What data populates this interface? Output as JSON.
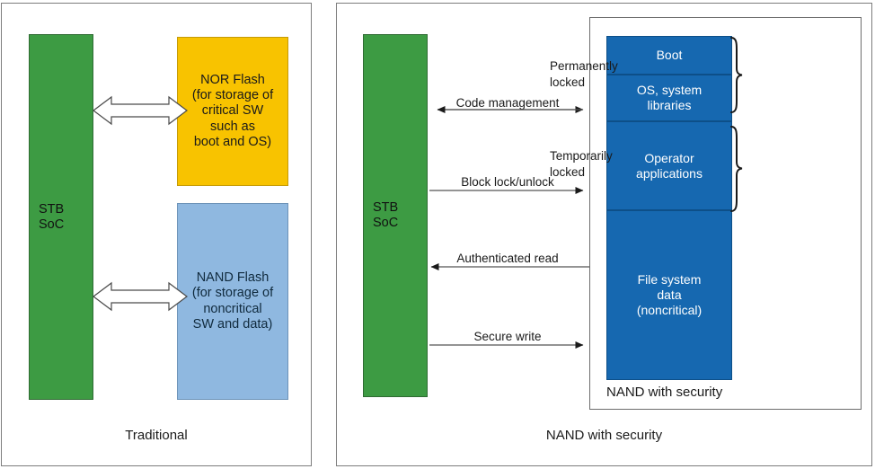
{
  "diagram": {
    "left_panel": {
      "caption": "Traditional",
      "soc_label": "STB\nSoC",
      "nor_block": "NOR Flash\n(for storage of\ncritical SW\nsuch as\nboot and OS)",
      "nand_block": "NAND Flash\n(for storage of\nnoncritical\nSW and data)",
      "arrows": [
        {
          "name": "soc-nor-arrow",
          "label": "",
          "direction": "bidirectional"
        },
        {
          "name": "soc-nand-arrow",
          "label": "",
          "direction": "bidirectional"
        }
      ]
    },
    "right_panel": {
      "caption": "NAND with security",
      "soc_label": "STB\nSoC",
      "container_label": "NAND with security",
      "segments": [
        {
          "name": "boot",
          "label": "Boot"
        },
        {
          "name": "os-system-libraries",
          "label": "OS, system\nlibraries"
        },
        {
          "name": "operator-applications",
          "label": "Operator\napplications"
        },
        {
          "name": "file-system-data",
          "label": "File system\ndata\n(noncritical)"
        }
      ],
      "arrows": [
        {
          "name": "code-management",
          "label": "Code management",
          "direction": "bidirectional"
        },
        {
          "name": "block-lock-unlock",
          "label": "Block lock/unlock",
          "direction": "right"
        },
        {
          "name": "authenticated-read",
          "label": "Authenticated read",
          "direction": "left"
        },
        {
          "name": "secure-write",
          "label": "Secure write",
          "direction": "right"
        }
      ],
      "braces": [
        {
          "name": "permanently-locked",
          "label": "Permanently\nlocked"
        },
        {
          "name": "temporarily-locked",
          "label": "Temporarily\nlocked"
        }
      ]
    }
  },
  "colors": {
    "soc_green": "#3d9b43",
    "nor_yellow": "#f8c300",
    "nand_blue": "#8fb8e0",
    "segment_blue": "#1668b0",
    "panel_border": "#7d7d7d",
    "text_dark": "#1a1a1a"
  }
}
